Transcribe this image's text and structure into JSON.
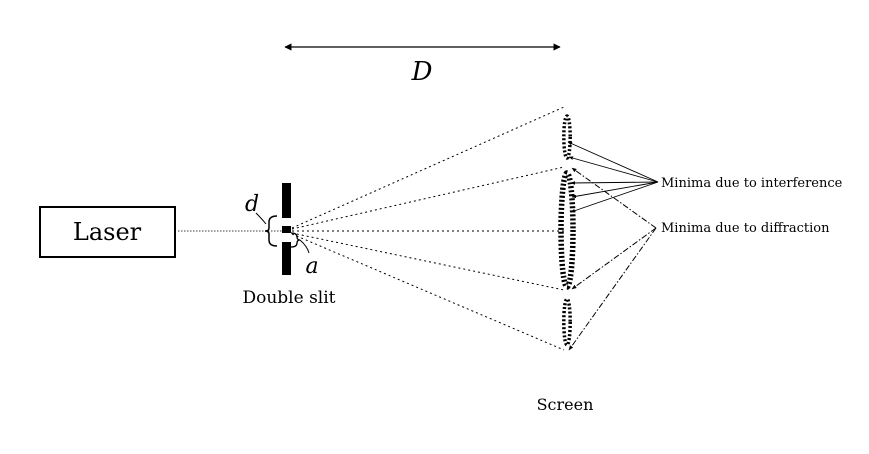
{
  "labels": {
    "distance": "D",
    "laser": "Laser",
    "slit_separation": "d",
    "slit_width": "a",
    "double_slit": "Double slit",
    "interference_minima": "Minima due to interference",
    "diffraction_minima": "Minima due to diffraction",
    "screen": "Screen"
  },
  "colors": {
    "ink": "#000000",
    "background": "#ffffff"
  }
}
